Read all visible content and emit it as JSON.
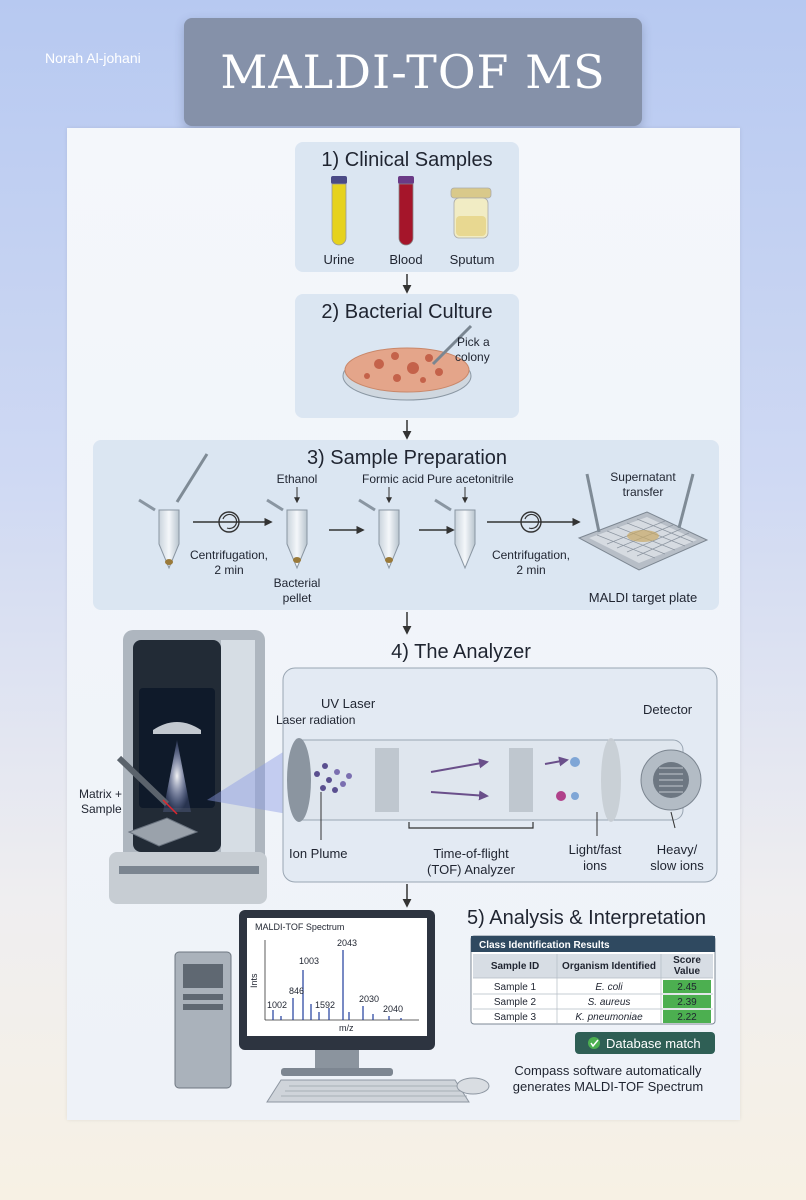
{
  "header": {
    "author": "Norah Al-johani",
    "title": "MALDI-TOF MS"
  },
  "step1": {
    "title": "1) Clinical Samples",
    "samples": [
      "Urine",
      "Blood",
      "Sputum"
    ]
  },
  "step2": {
    "title": "2) Bacterial Culture",
    "pick": [
      "Pick a",
      "colony"
    ]
  },
  "step3": {
    "title": "3) Sample Preparation",
    "ethanol": "Ethanol",
    "formic": "Formic acid",
    "acetonitrile": "Pure acetonitrile",
    "centrifuge1": [
      "Centrifugation,",
      "2 min"
    ],
    "pellet": [
      "Bacterial",
      "pellet"
    ],
    "centrifuge2": [
      "Centrifugation,",
      "2 min"
    ],
    "supernatant": [
      "Supernatant",
      "transfer"
    ],
    "plate": "MALDI target plate"
  },
  "step4": {
    "title": "4) The Analyzer",
    "laser": [
      "UV Laser",
      "Laser radiation"
    ],
    "detector": "Detector",
    "matrix": [
      "Matrix +",
      "Sample"
    ],
    "plume": "Ion Plume",
    "tof": [
      "Time-of-flight",
      "(TOF) Analyzer"
    ],
    "light": [
      "Light/fast",
      "ions"
    ],
    "heavy": [
      "Heavy/",
      "slow ions"
    ]
  },
  "step5": {
    "title": "5) Analysis & Interpretation",
    "spectrum_title": "MALDI-TOF Spectrum",
    "ylabel": "Ints",
    "xlabel": "m/z",
    "peaks": [
      "2043",
      "1003",
      "846",
      "1002",
      "1592",
      "2030",
      "2040"
    ],
    "table": {
      "title": "Class Identification Results",
      "headers": [
        "Sample ID",
        "Organism Identified",
        "Score",
        "Value"
      ],
      "rows": [
        {
          "id": "Sample 1",
          "organism": "E. coli",
          "score": "2.45"
        },
        {
          "id": "Sample 2",
          "organism": "S. aureus",
          "score": "2.39"
        },
        {
          "id": "Sample 3",
          "organism": "K. pneumoniae",
          "score": "2.22"
        }
      ]
    },
    "db_match": "Database match",
    "footer": [
      "Compass software automatically",
      "generates MALDI-TOF Spectrum"
    ]
  },
  "colors": {
    "title_box": "#8591a9",
    "panel": "#dbe6f2",
    "score_green": "#4caf50",
    "db_button": "#2f5f55"
  }
}
